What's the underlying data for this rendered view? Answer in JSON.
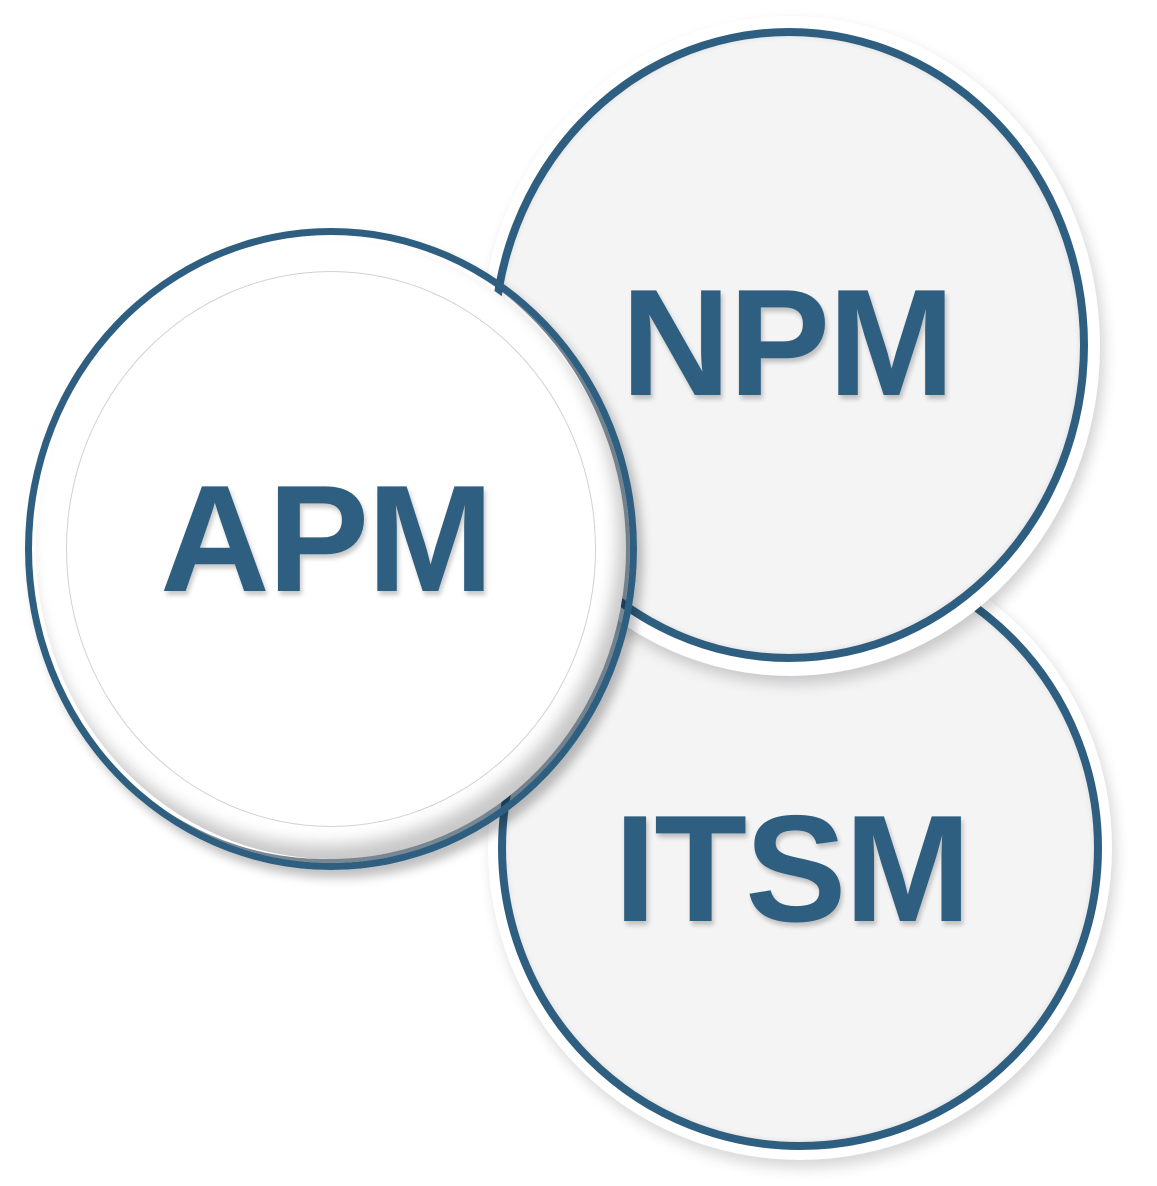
{
  "diagram": {
    "type": "overlapping-circles",
    "colors": {
      "ring": "#2E5F80",
      "text": "#2E5F80",
      "fill_front": "#FFFFFF",
      "fill_back": "#F4F4F5",
      "background": "#FFFFFF"
    },
    "circles": [
      {
        "id": "apm",
        "label": "APM",
        "layer": "front",
        "position": "left"
      },
      {
        "id": "npm",
        "label": "NPM",
        "layer": "middle",
        "position": "top-right"
      },
      {
        "id": "itsm",
        "label": "ITSM",
        "layer": "back",
        "position": "bottom-right"
      }
    ]
  }
}
